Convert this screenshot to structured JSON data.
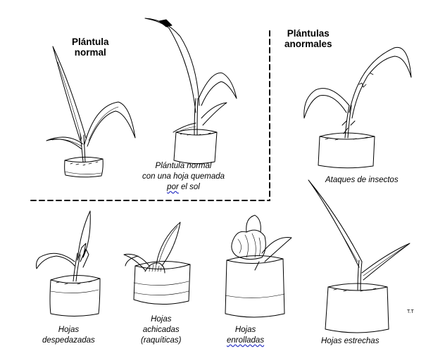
{
  "headings": {
    "normal_line1": "Plántula",
    "normal_line2": "normal",
    "abnormal_line1": "Plántulas",
    "abnormal_line2": "anormales"
  },
  "captions": {
    "sunburn_line1": "Plántula  normal",
    "sunburn_line2": "con una hoja quemada",
    "sunburn_line3_word1": "por",
    "sunburn_line3_rest": " el sol",
    "insects": "Ataques  de insectos",
    "torn_line1": "Hojas",
    "torn_line2": "despedazadas",
    "stunted_line1": "Hojas",
    "stunted_line2": "achicadas",
    "stunted_line3": "(raquíticas)",
    "rolled_line1": "Hojas",
    "rolled_line2": "enrolladas",
    "narrow": "Hojas  estrechas"
  },
  "signature": "T.T",
  "colors": {
    "ink": "#000000",
    "spellcheck_underline": "#2b34c4"
  }
}
